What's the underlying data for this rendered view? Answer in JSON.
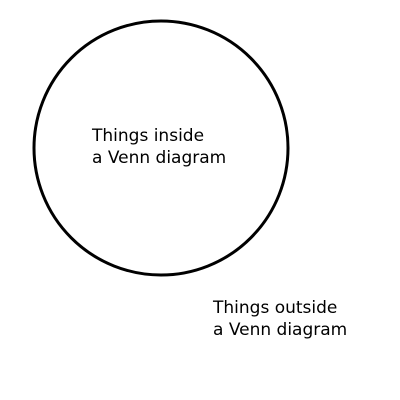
{
  "diagram": {
    "inside_label": {
      "line1": "Things inside",
      "line2": "a Venn diagram"
    },
    "outside_label": {
      "line1": "Things outside",
      "line2": "a Venn diagram"
    },
    "colors": {
      "circle_stroke": "#000000",
      "background": "#ffffff",
      "text": "#000000"
    }
  }
}
